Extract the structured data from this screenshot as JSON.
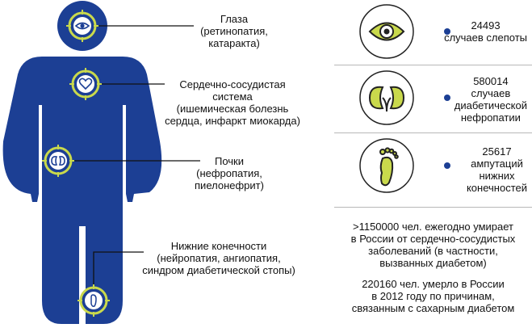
{
  "organs": [
    {
      "id": "eyes",
      "lines": [
        "Глаза",
        "(ретинопатия,",
        "катаракта)"
      ]
    },
    {
      "id": "heart",
      "lines": [
        "Сердечно-сосудистая",
        "система",
        "(ишемическая болезнь",
        "сердца, инфаркт миокарда)"
      ]
    },
    {
      "id": "kidneys",
      "lines": [
        "Почки",
        "(нефропатия,",
        "пиелонефрит)"
      ]
    },
    {
      "id": "limbs",
      "lines": [
        "Нижние конечности",
        "(нейропатия, ангиопатия,",
        "синдром диабетической стопы)"
      ]
    }
  ],
  "stats": [
    {
      "icon": "eye-icon",
      "lines": [
        "24493",
        "случаев слепоты"
      ]
    },
    {
      "icon": "kidneys-icon",
      "lines": [
        "580014",
        "случаев",
        "диабетической",
        "нефропатии"
      ]
    },
    {
      "icon": "foot-icon",
      "lines": [
        "25617",
        "ампутаций",
        "нижних",
        "конечностей"
      ]
    }
  ],
  "notes": [
    {
      "lines": [
        ">1150000 чел. ежегодно умирает",
        "в России от сердечно-сосудистых",
        "заболеваний (в частности,",
        "вызванных диабетом)"
      ]
    },
    {
      "lines": [
        "220160 чел. умерло в России",
        "в 2012 году по причинам,",
        "связанным с сахарным диабетом"
      ]
    }
  ],
  "colors": {
    "body": "#1c3f94",
    "marker": "#c9d94c",
    "dot": "#1c3f94",
    "line": "#111111"
  }
}
